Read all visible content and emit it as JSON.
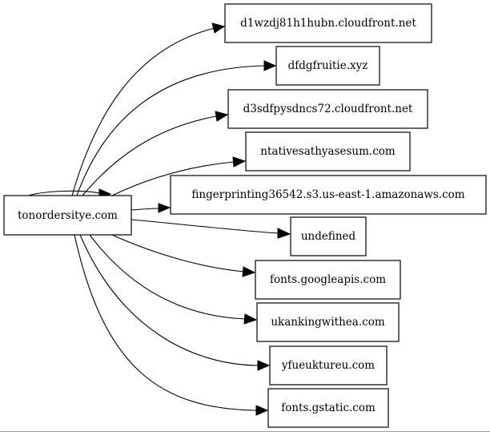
{
  "graph": {
    "source": {
      "label": "tonordersitye.com"
    },
    "targets": [
      {
        "label": "d1wzdj81h1hubn.cloudfront.net"
      },
      {
        "label": "dfdgfruitie.xyz"
      },
      {
        "label": "d3sdfpysdncs72.cloudfront.net"
      },
      {
        "label": "ntativesathyasesum.com"
      },
      {
        "label": "fingerprinting36542.s3.us-east-1.amazonaws.com"
      },
      {
        "label": "undefined"
      },
      {
        "label": "fonts.googleapis.com"
      },
      {
        "label": "ukankingwithea.com"
      },
      {
        "label": "yfueuktureu.com"
      },
      {
        "label": "fonts.gstatic.com"
      }
    ]
  }
}
